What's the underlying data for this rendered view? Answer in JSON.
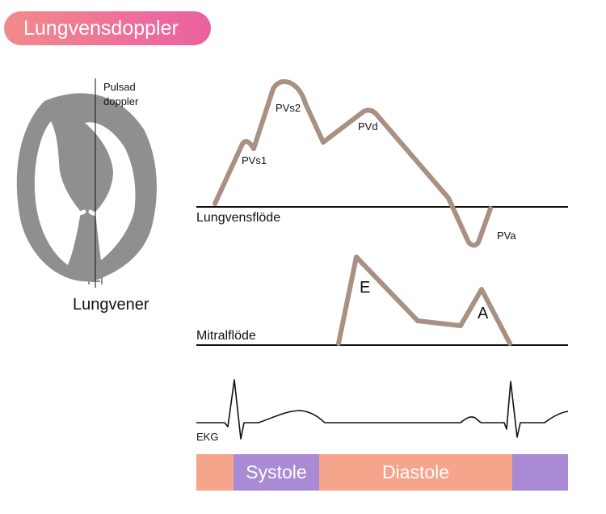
{
  "title": "Lungvensdoppler",
  "heart": {
    "probe_label_line1": "Pulsad",
    "probe_label_line2": "doppler",
    "vein_label": "Lungvener"
  },
  "pulmonary_flow": {
    "baseline_label": "Lungvensflöde",
    "wave_labels": {
      "pvs1": "PVs1",
      "pvs2": "PVs2",
      "pvd": "PVd",
      "pva": "PVa"
    }
  },
  "mitral_flow": {
    "baseline_label": "Mitralflöde",
    "wave_labels": {
      "e": "E",
      "a": "A"
    }
  },
  "ecg": {
    "label": "EKG"
  },
  "phase_bar": {
    "systole": "Systole",
    "diastole": "Diastole",
    "colors": {
      "diastole": "#f4a58b",
      "systole": "#a98ad4"
    }
  },
  "colors": {
    "title_gradient": [
      "#f28a8a",
      "#e9619f"
    ],
    "wave": "#a89083",
    "heart": "#8f8f8f",
    "lines": "#111111"
  }
}
